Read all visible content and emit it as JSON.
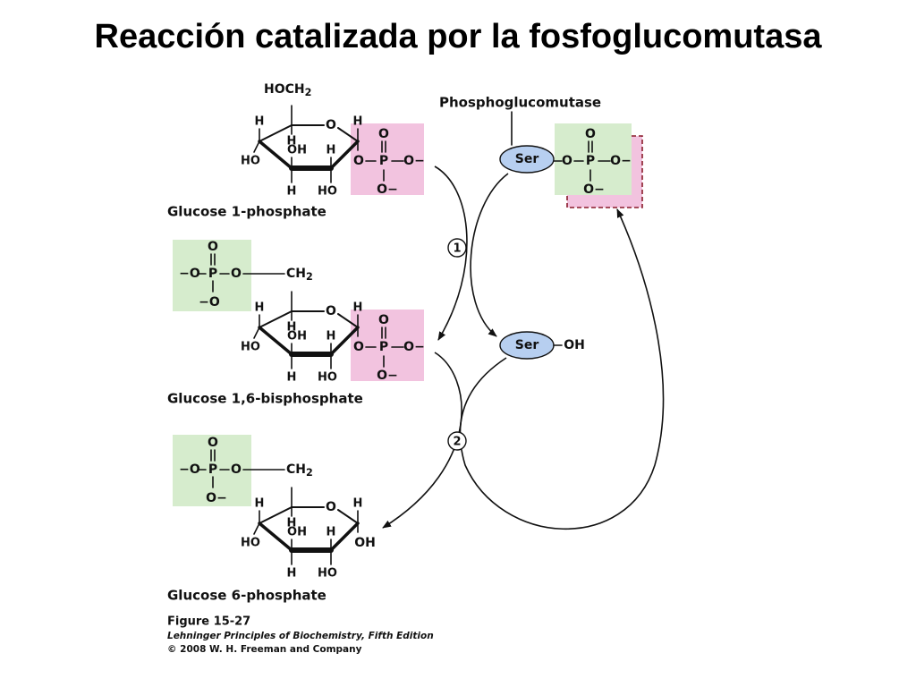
{
  "title": "Reacción catalizada por la fosfoglucomutasa",
  "colors": {
    "phosphate_pink": "#f2c3df",
    "phosphate_green": "#d6eccd",
    "enzyme_blue": "#b7cff0",
    "dashed_border": "#8a1a2a",
    "bonds": "#111111"
  },
  "enzyme": {
    "name": "Phosphoglucomutase",
    "residue": "Ser",
    "hydroxyl": "OH"
  },
  "steps": [
    "1",
    "2"
  ],
  "compounds": [
    {
      "name": "Glucose 1-phosphate"
    },
    {
      "name": "Glucose 1,6-bisphosphate"
    },
    {
      "name": "Glucose 6-phosphate"
    }
  ],
  "atoms": {
    "hoch2": "HOCH",
    "ch2": "CH",
    "sub2": "2",
    "ring_o": "O",
    "h": "H",
    "oh": "OH",
    "ho": "HO",
    "o": "O",
    "p": "P",
    "o_minus": "O−",
    "minus_o": "−O"
  },
  "figure": {
    "label": "Figure 15-27",
    "book": "Lehninger Principles of Biochemistry, Fifth Edition",
    "copyright": "© 2008 W. H. Freeman and Company"
  }
}
